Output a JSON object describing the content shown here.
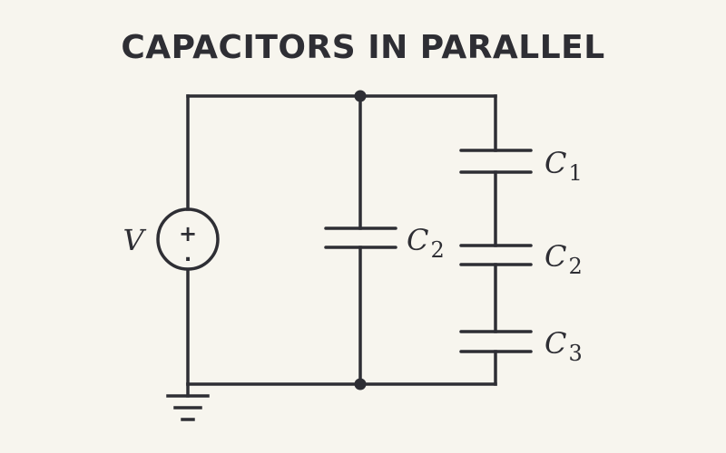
{
  "title": "CAPACITORS IN PARALLEL",
  "source": {
    "label": "V",
    "plus": "+",
    "minus": "."
  },
  "capacitors": [
    {
      "base": "C",
      "sub": "2"
    },
    {
      "base": "C",
      "sub": "1"
    },
    {
      "base": "C",
      "sub": "2"
    },
    {
      "base": "C",
      "sub": "3"
    }
  ],
  "colors": {
    "ink": "#2e2e34",
    "background": "#f7f5ee"
  }
}
